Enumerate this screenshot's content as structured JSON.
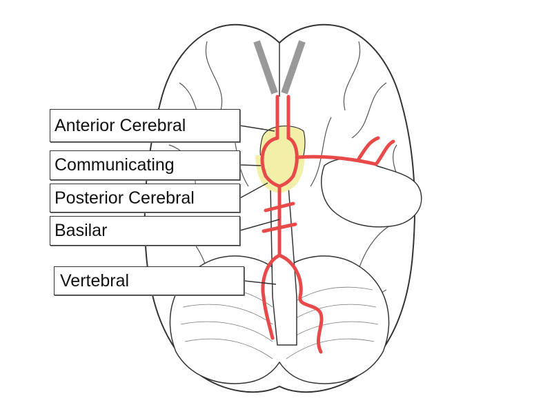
{
  "diagram": {
    "labels": {
      "anterior_cerebral": "Anterior Cerebral",
      "communicating": "Communicating",
      "posterior_cerebral": "Posterior Cerebral",
      "basilar": "Basilar",
      "vertebral": "Vertebral"
    },
    "colors": {
      "artery": "#e84a4a",
      "artery_outline": "#9a2a2a",
      "circle_fill": "#f2f0a8",
      "outline": "#333333",
      "optic_tract": "#cfcfcf"
    }
  }
}
